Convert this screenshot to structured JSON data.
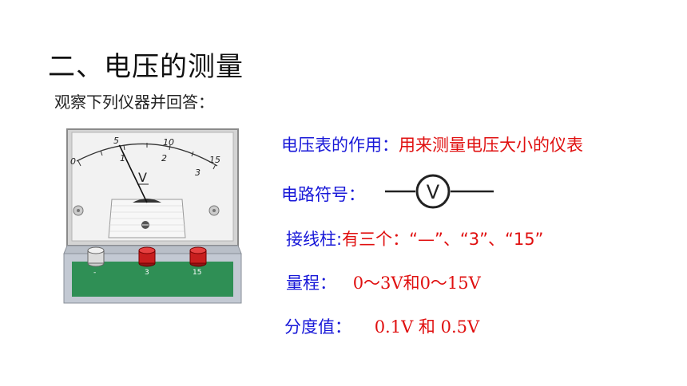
{
  "slide": {
    "title": "二、电压的测量",
    "subtitle": "观察下列仪器并回答："
  },
  "meter": {
    "scale_upper": [
      "0",
      "5",
      "10",
      "15"
    ],
    "scale_lower": [
      "1",
      "2",
      "3"
    ],
    "unit": "V",
    "terminal_labels": [
      "-",
      "3",
      "15"
    ],
    "needle_value_fraction": 0.27
  },
  "qa": {
    "function_label": "电压表的作用：",
    "function_value": "用来测量电压大小的仪表",
    "symbol_label": "电路符号：",
    "symbol_letter": "V",
    "terminals_label": "接线柱:",
    "terminals_value": "有三个：“—”、“3”、“15”",
    "range_label": "量程：",
    "range_value": "0～3V和0～15V",
    "division_label": "分度值：",
    "division_value": "0.1V 和 0.5V"
  },
  "colors": {
    "label_blue": "#1818d8",
    "value_red": "#e01010",
    "base_green": "#2f8f55",
    "terminal_red": "#c81e1e"
  }
}
